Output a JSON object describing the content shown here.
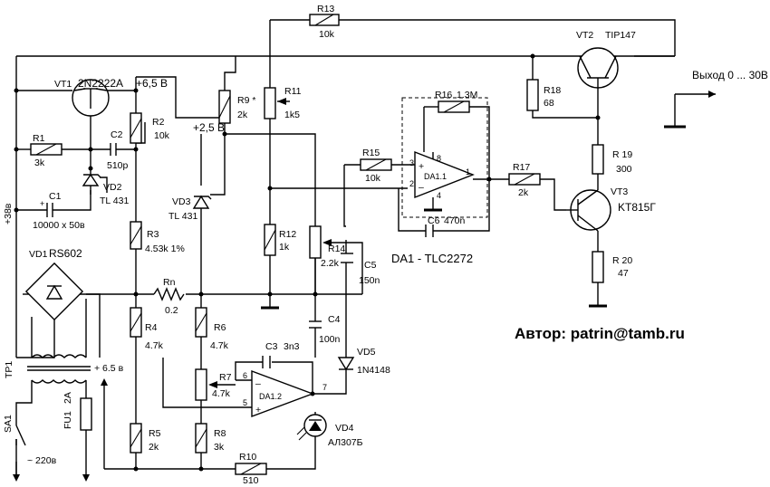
{
  "author": "Автор: patrin@tamb.ru",
  "output_label": "Выход  0 ... 30В",
  "supply_label": "+38в",
  "mains_label": "~ 220в",
  "ic_title": "DA1  -  TLC2272",
  "nodes": {
    "v65": "+6,5 В",
    "v25": "+2,5 В",
    "v65b": "+ 6.5 в"
  },
  "components": {
    "r13": {
      "ref": "R13",
      "val": "10k"
    },
    "vt2": {
      "ref": "VT2",
      "val": "TIP147"
    },
    "vt1": {
      "ref": "VT1",
      "val": "2N2222A"
    },
    "r2": {
      "ref": "R2",
      "val": "10k"
    },
    "r1": {
      "ref": "R1",
      "val": "3k"
    },
    "c2": {
      "ref": "C2",
      "val": "510p"
    },
    "vd2": {
      "ref": "VD2",
      "val": "TL 431"
    },
    "c1": {
      "ref": "C1",
      "val": "10000 х 50в"
    },
    "r9": {
      "ref": "R9 *",
      "val": "2k"
    },
    "r11": {
      "ref": "R11",
      "val": "1k5"
    },
    "r16": {
      "ref": "R16",
      "val": "1.3M"
    },
    "r18": {
      "ref": "R18",
      "val": "68"
    },
    "r15": {
      "ref": "R15",
      "val": "10k"
    },
    "da11": {
      "ref": "DA1.1"
    },
    "c6": {
      "ref": "C6",
      "val": "470n"
    },
    "r17": {
      "ref": "R17",
      "val": "2k"
    },
    "r19": {
      "ref": "R 19",
      "val": "300"
    },
    "vt3": {
      "ref": "VT3",
      "val": "KT815Г"
    },
    "r20": {
      "ref": "R 20",
      "val": "47"
    },
    "vd3": {
      "ref": "VD3",
      "val": "TL 431"
    },
    "r3": {
      "ref": "R3",
      "val": "4.53k  1%"
    },
    "r12": {
      "ref": "R12",
      "val": "1k"
    },
    "r14": {
      "ref": "R14",
      "val": "2.2k"
    },
    "c5": {
      "ref": "C5",
      "val": "150n"
    },
    "vd1": {
      "ref": "VD1",
      "val": "RS602"
    },
    "rn": {
      "ref": "Rn",
      "val": "0.2"
    },
    "c4": {
      "ref": "C4",
      "val": "100n"
    },
    "r4": {
      "ref": "R4",
      "val": "4.7k"
    },
    "r6": {
      "ref": "R6",
      "val": "4.7k"
    },
    "c3": {
      "ref": "C3",
      "val": "3n3"
    },
    "vd5": {
      "ref": "VD5",
      "val": "1N4148"
    },
    "r7": {
      "ref": "R7",
      "val": "4.7k"
    },
    "da12": {
      "ref": "DA1.2"
    },
    "tp1": {
      "ref": "TP1"
    },
    "fu1": {
      "ref": "FU1",
      "val": "2A"
    },
    "sa1": {
      "ref": "SA1"
    },
    "vd4": {
      "ref": "VD4",
      "val": "АЛ307Б"
    },
    "r5": {
      "ref": "R5",
      "val": "2k"
    },
    "r8": {
      "ref": "R8",
      "val": "3k"
    },
    "r10": {
      "ref": "R10",
      "val": "510"
    }
  },
  "pins": {
    "da11_p3": "3",
    "da11_p8": "8",
    "da11_p1": "1",
    "da11_p2": "2",
    "da11_p4": "4",
    "da11_plus": "+",
    "da11_minus": "–",
    "da12_p6": "6",
    "da12_p5": "5",
    "da12_p7": "7",
    "da12_minus": "–",
    "da12_plus": "+"
  }
}
